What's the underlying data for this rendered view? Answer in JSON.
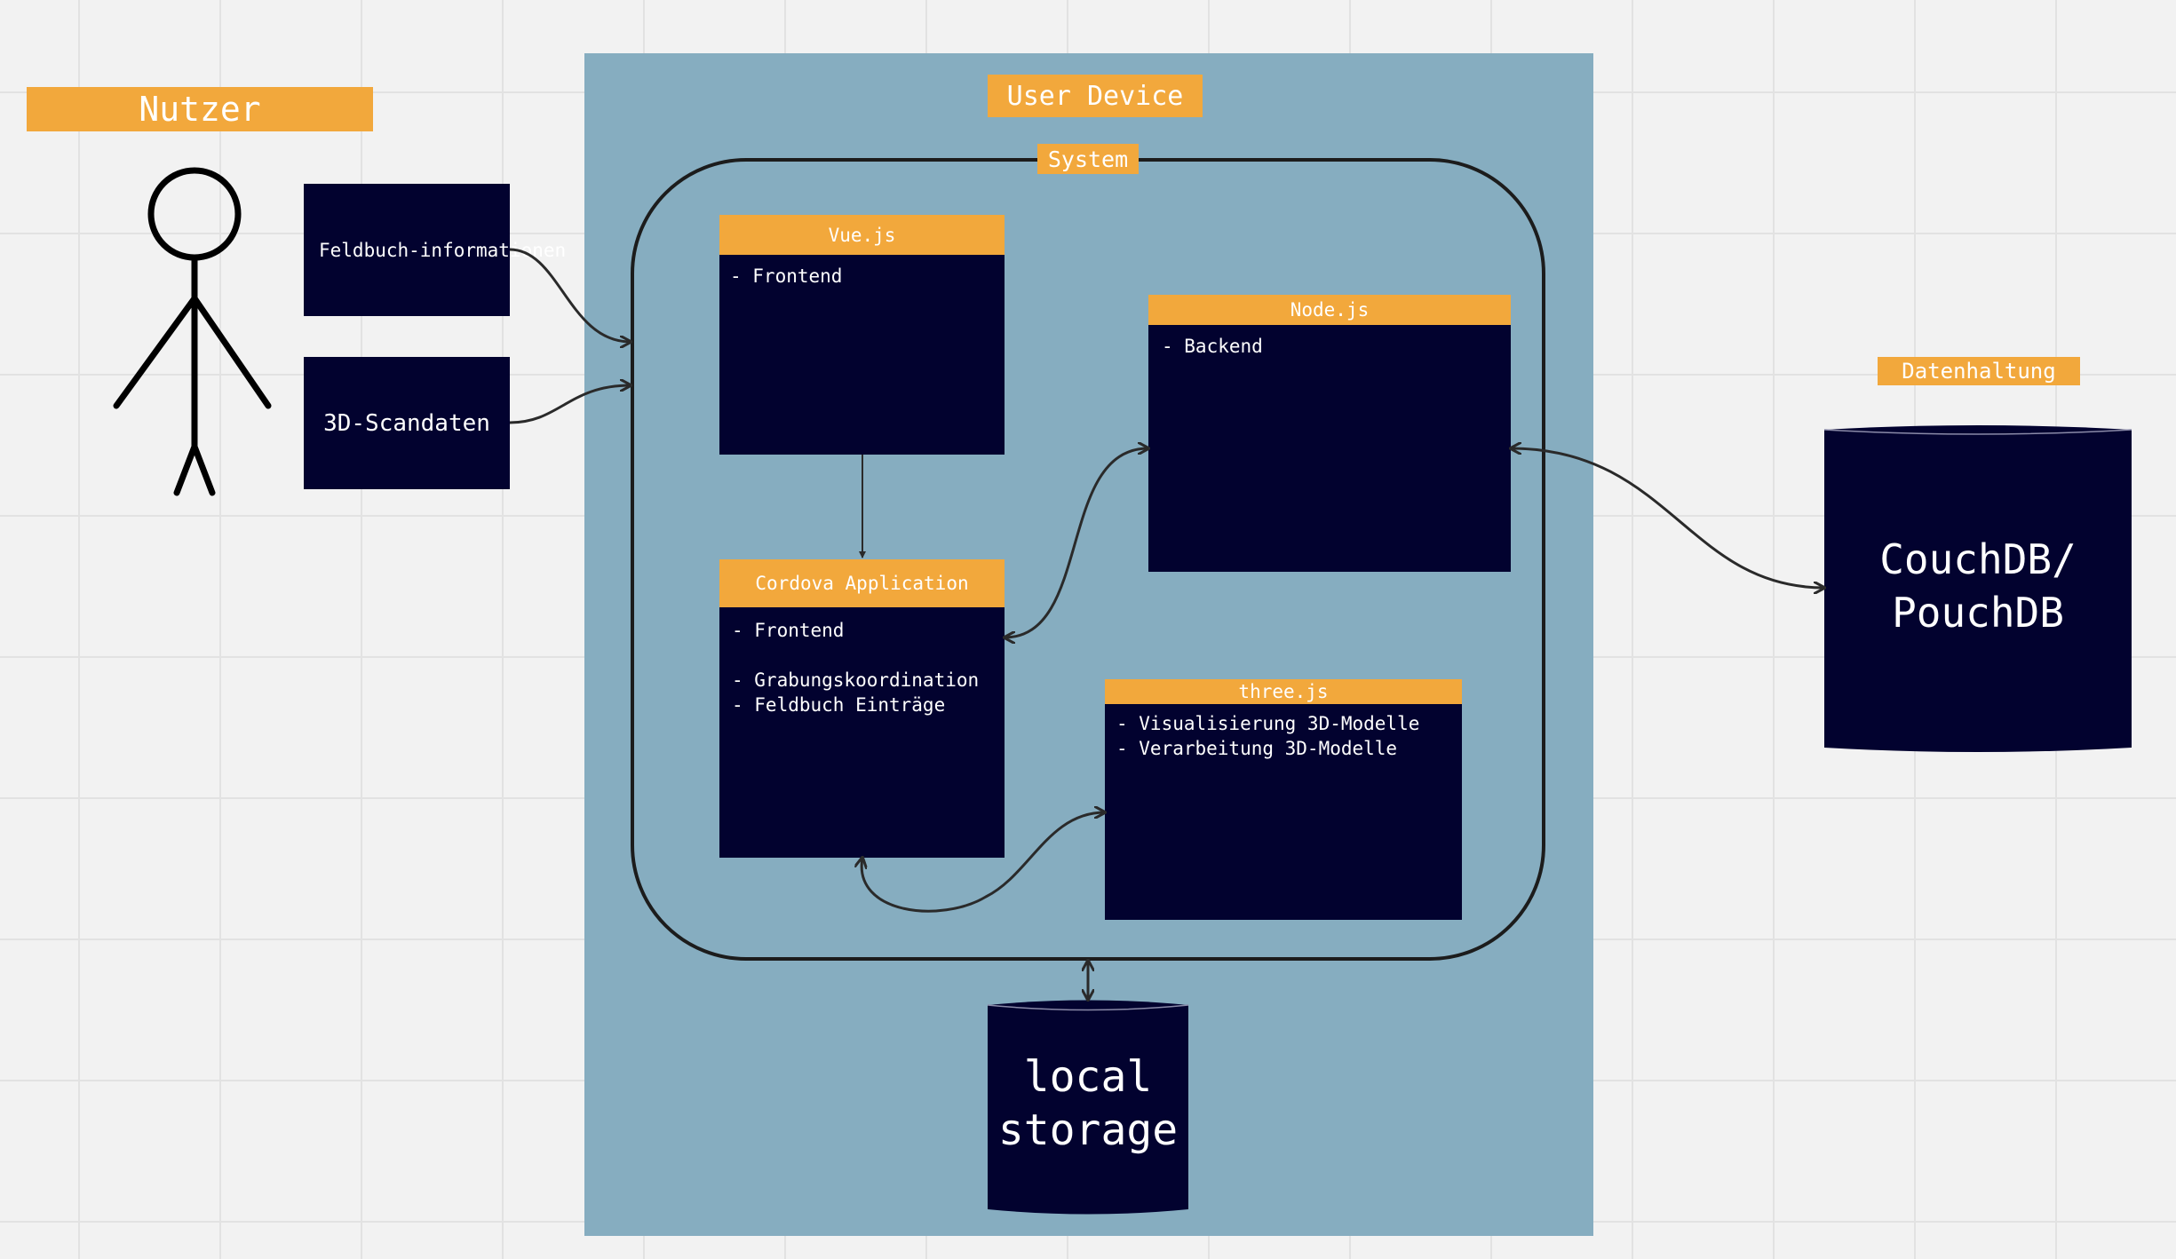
{
  "user": {
    "label": "Nutzer"
  },
  "inputs": {
    "feldbuch": "Feldbuch-informationen",
    "scandaten": "3D-Scandaten"
  },
  "device": {
    "label": "User Device"
  },
  "system": {
    "label": "System"
  },
  "components": {
    "vue": {
      "title": "Vue.js",
      "body": "- Frontend"
    },
    "node": {
      "title": "Node.js",
      "body": "- Backend"
    },
    "cordova": {
      "title": "Cordova Application",
      "body": "- Frontend\n\n- Grabungskoordination\n- Feldbuch Einträge"
    },
    "three": {
      "title": "three.js",
      "body": "- Visualisierung 3D-Modelle\n- Verarbeitung 3D-Modelle"
    }
  },
  "storage": {
    "local": "local\nstorage",
    "datenhaltung_label": "Datenhaltung",
    "database": "CouchDB/\nPouchDB"
  },
  "colors": {
    "orange": "#f2a83c",
    "navy": "#02022f",
    "device_blue": "#86adc0",
    "background": "#f2f2f2"
  }
}
